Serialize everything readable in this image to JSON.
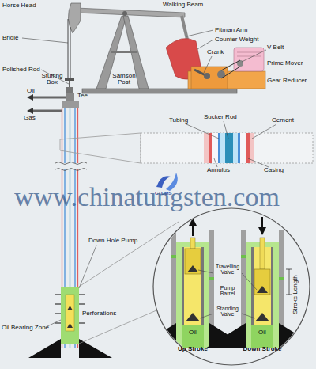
{
  "diagram": {
    "labels": [
      "Horse Head",
      "Walking Beam",
      "Bridle",
      "Pitman Arm",
      "Counter Weight",
      "Crank",
      "V-Belt",
      "Polished Rod",
      "Stuffing Box",
      "Samson Post",
      "Prime Mover",
      "Oil",
      "Tee",
      "Gear Reducer",
      "Gas",
      "Tubing",
      "Sucker Rod",
      "Cement",
      "Annulus",
      "Casing",
      "CTOMS",
      "www.chinatungsten.com",
      "Down Hole Pump",
      "Travelling Valve",
      "Pump Barrel",
      "Standing Valve",
      "Stroke Length",
      "Oil Bearing Zone",
      "Perforations",
      "Oil",
      "Oil",
      "Up Stroke",
      "Down Stroke"
    ]
  }
}
